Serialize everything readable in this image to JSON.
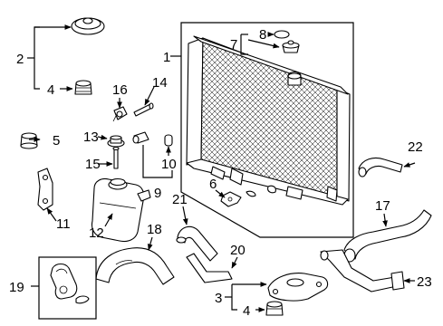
{
  "labels": {
    "l1": "1",
    "l2": "2",
    "l3": "3",
    "l4a": "4",
    "l4b": "4",
    "l5": "5",
    "l6": "6",
    "l7": "7",
    "l8": "8",
    "l9": "9",
    "l10": "10",
    "l11": "11",
    "l12": "12",
    "l13": "13",
    "l14": "14",
    "l15": "15",
    "l16": "16",
    "l17": "17",
    "l18": "18",
    "l19": "19",
    "l20": "20",
    "l21": "21",
    "l22": "22",
    "l23": "23"
  }
}
